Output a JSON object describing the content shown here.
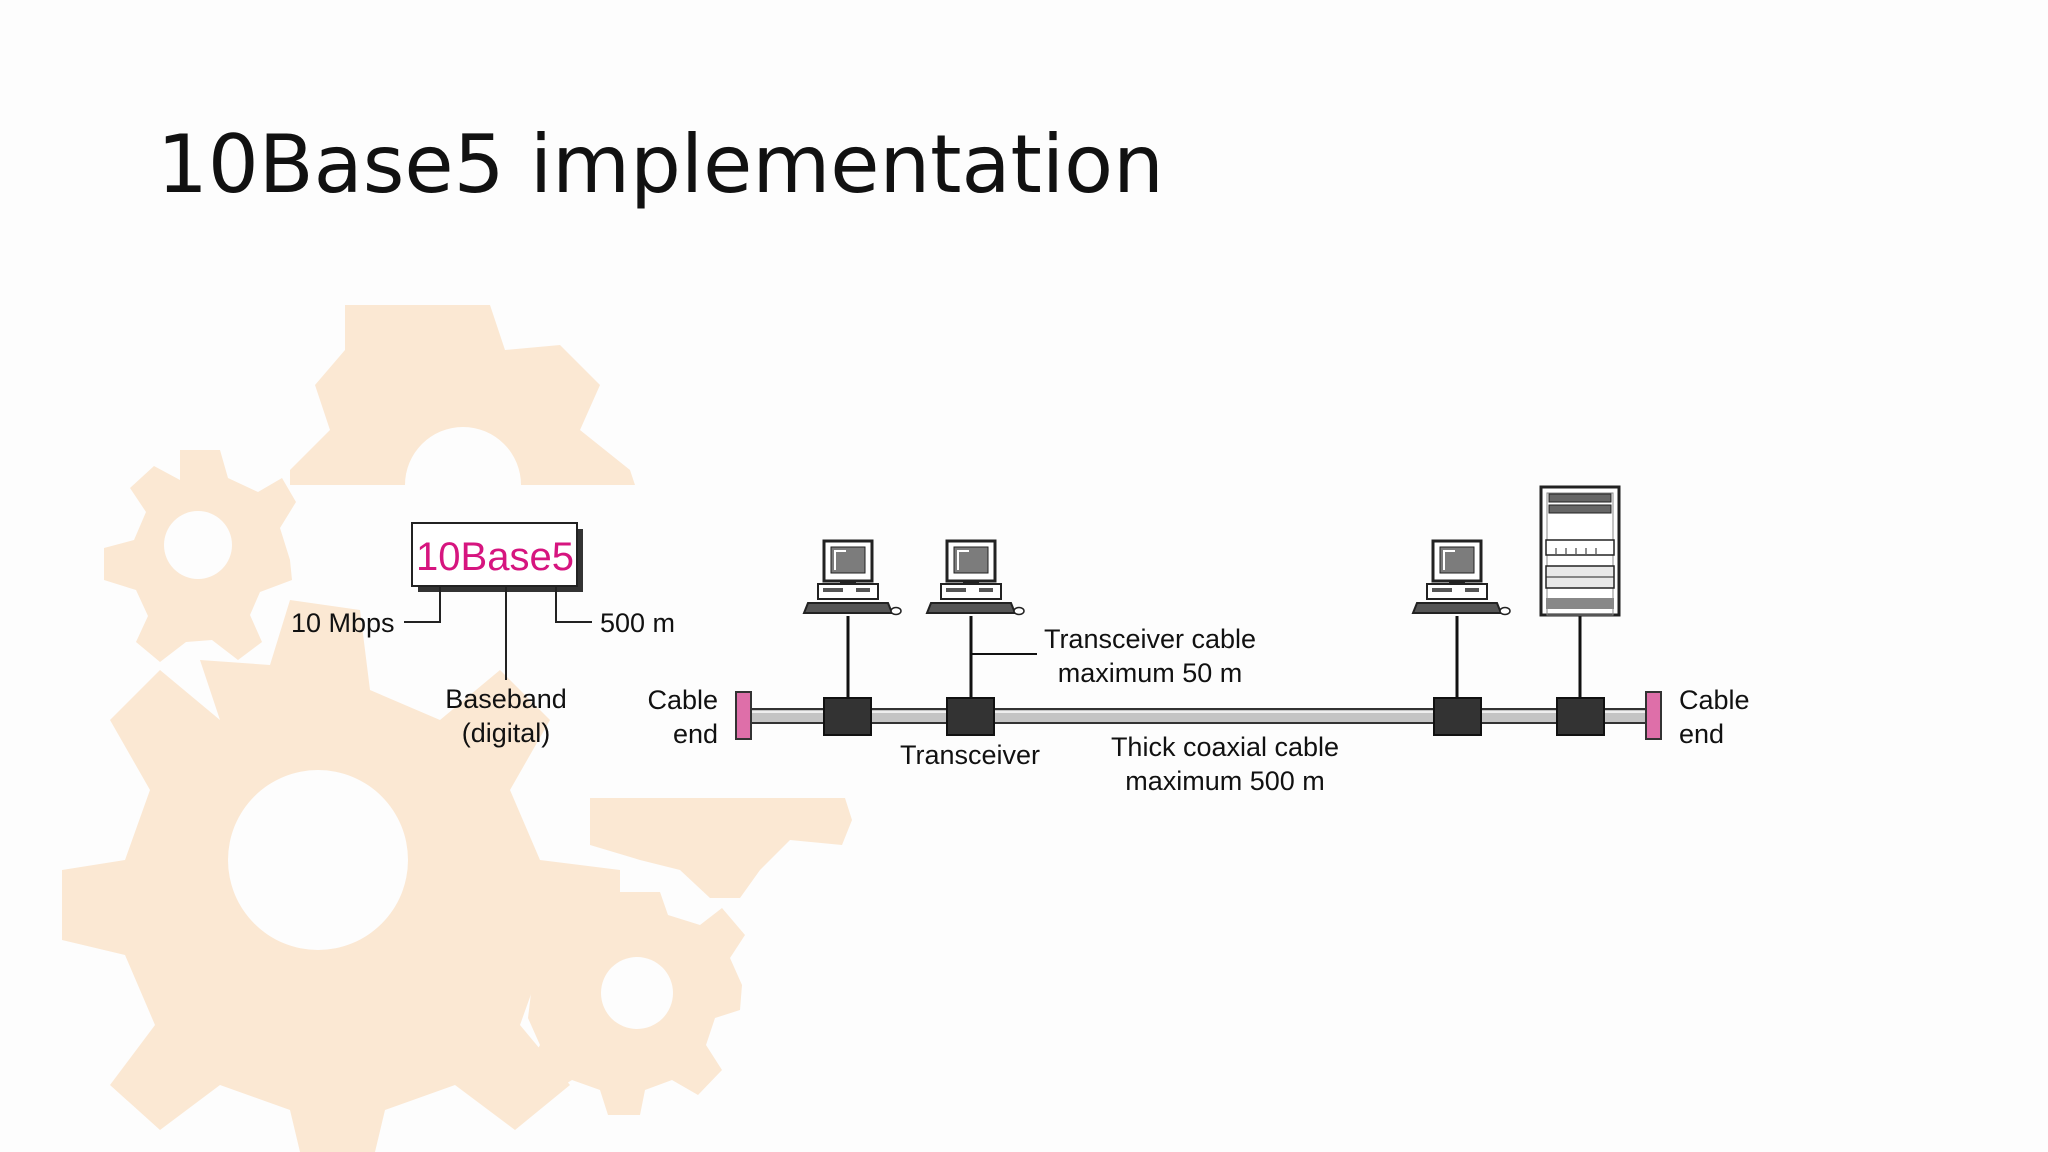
{
  "slide": {
    "title": "10Base5 implementation"
  },
  "legend": {
    "name": "10Base5",
    "rate": "10 Mbps",
    "signal_line1": "Baseband",
    "signal_line2": "(digital)",
    "length": "500 m"
  },
  "labels": {
    "cable_end_left_line1": "Cable",
    "cable_end_left_line2": "end",
    "cable_end_right_line1": "Cable",
    "cable_end_right_line2": "end",
    "transceiver_cable_line1": "Transceiver cable",
    "transceiver_cable_line2": "maximum 50 m",
    "transceiver": "Transceiver",
    "coax_line1": "Thick coaxial cable",
    "coax_line2": "maximum 500 m"
  },
  "colors": {
    "accent_magenta": "#d6157f",
    "cable_end": "#de6fa9",
    "gear_fill": "#fbe8d3",
    "transceiver": "#333333"
  }
}
